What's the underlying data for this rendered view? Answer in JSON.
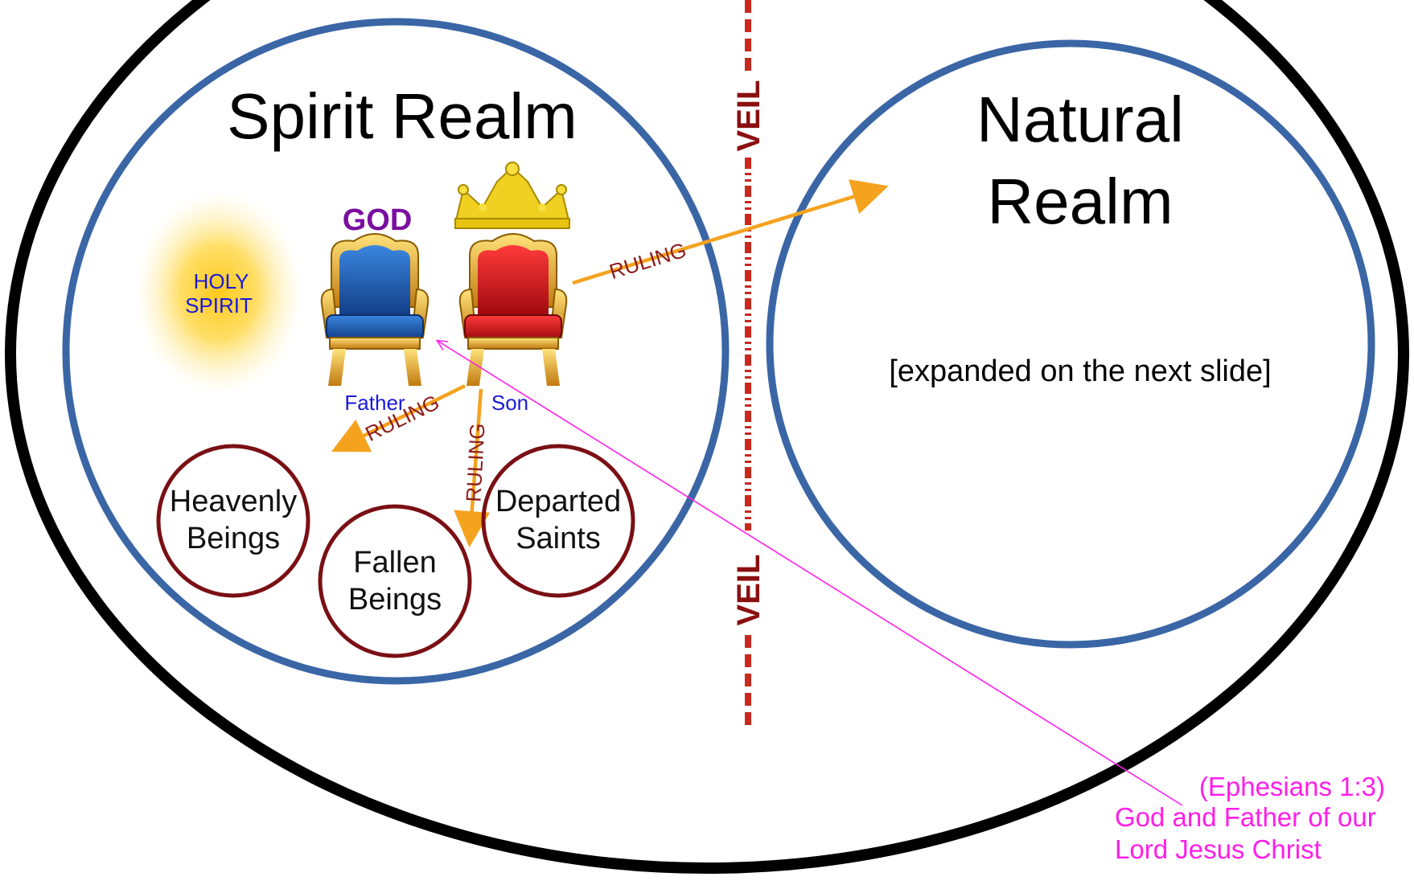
{
  "spirit_realm": {
    "title": "Spirit Realm"
  },
  "natural_realm": {
    "title_line1": "Natural",
    "title_line2": "Realm",
    "note": "[expanded on the next slide]"
  },
  "veil": {
    "label_top": "VEIL",
    "label_bottom": "VEIL"
  },
  "holy_spirit": {
    "line1": "HOLY",
    "line2": "SPIRIT"
  },
  "god": {
    "label": "GOD",
    "father_label": "Father",
    "son_label": "Son"
  },
  "ruling": {
    "to_natural": "RULING",
    "to_heavenly": "RULING",
    "to_fallen": "RULING"
  },
  "beings": {
    "heavenly_line1": "Heavenly",
    "heavenly_line2": "Beings",
    "fallen_line1": "Fallen",
    "fallen_line2": "Beings",
    "departed_line1": "Departed",
    "departed_line2": "Saints"
  },
  "reference": {
    "line1": "(Ephesians 1:3)",
    "line2": "God and Father of our",
    "line3": "Lord Jesus Christ"
  },
  "colors": {
    "outer_ring": "#000000",
    "realm_circle": "#3a66a6",
    "being_circle": "#7a0f14",
    "veil": "#c8281e",
    "arrow": "#f5a21e",
    "ruling_text": "#8a1c1c",
    "god_text": "#7a0ea0",
    "father_son_text": "#1a1ad6",
    "reference": "#ff1ee8",
    "father_throne": "#1e5cb0",
    "son_throne": "#d4141c",
    "gold": "#e0a020"
  }
}
